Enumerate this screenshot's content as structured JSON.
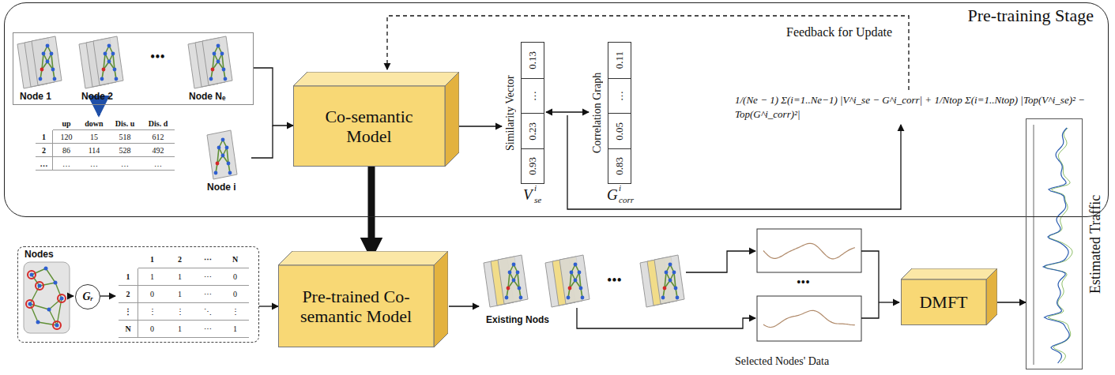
{
  "diagram": {
    "nodes": [
      {
        "text": [
          "Pre-training Stage"
        ]
      },
      {
        "text": [
          "Node 1",
          "Node 2",
          "Node Nₑ"
        ],
        "in": 0
      },
      {
        "text": [
          "Co-semantic Model"
        ],
        "in": 0
      },
      {
        "text": [
          "Similarity Vector",
          "0.13",
          "…",
          "0.23",
          "0.93"
        ],
        "in": 0
      },
      {
        "text": [
          "Correlation Graph",
          "0.11",
          "…",
          "0.05",
          "0.83"
        ],
        "in": 0
      },
      {
        "text": [
          "Nodes"
        ]
      },
      {
        "text": [
          "Gᵣ"
        ],
        "in": 5
      },
      {
        "text": [
          "Pre-trained Co-semantic Model"
        ]
      },
      {
        "text": [
          "DMFT"
        ]
      },
      {
        "text": [
          "Estimated Traffic"
        ]
      }
    ],
    "edges": [
      {
        "from": 1,
        "to": 2,
        "arrow": "to"
      },
      {
        "from": 2,
        "to": 3,
        "arrow": "to"
      },
      {
        "from": 3,
        "to": 4,
        "arrow": "both"
      },
      {
        "from": 2,
        "to": 7,
        "arrow": "to"
      },
      {
        "from": 5,
        "to": 7,
        "arrow": "to"
      },
      {
        "from": 8,
        "to": 9,
        "arrow": "to"
      }
    ],
    "labels": [
      "up",
      "down",
      "Dis. u",
      "Dis. d",
      "1",
      "120",
      "15",
      "518",
      "612",
      "2",
      "86",
      "114",
      "528",
      "492",
      "…",
      "…",
      "…",
      "…",
      "…",
      "•••",
      "Node i",
      "V",
      "i",
      "se",
      "G",
      "i",
      "corr",
      "Feedback for Update",
      "1/(Ne − 1) Σ(i=1..Ne−1) |V^i_se − G^i_corr| + 1/Ntop Σ(i=1..Ntop) |Top(V^i_se)² − Top(G^i_corr)²|",
      "1",
      "2",
      "⋯",
      "N",
      "1",
      "1",
      "1",
      "⋯",
      "0",
      "2",
      "0",
      "1",
      "⋯",
      "0",
      "⋮",
      "⋮",
      "⋮",
      "⋱",
      "⋮",
      "N",
      "0",
      "1",
      "⋯",
      "1",
      "•••",
      "Existing Nods",
      "•••",
      "Selected Nodes' Data"
    ]
  }
}
